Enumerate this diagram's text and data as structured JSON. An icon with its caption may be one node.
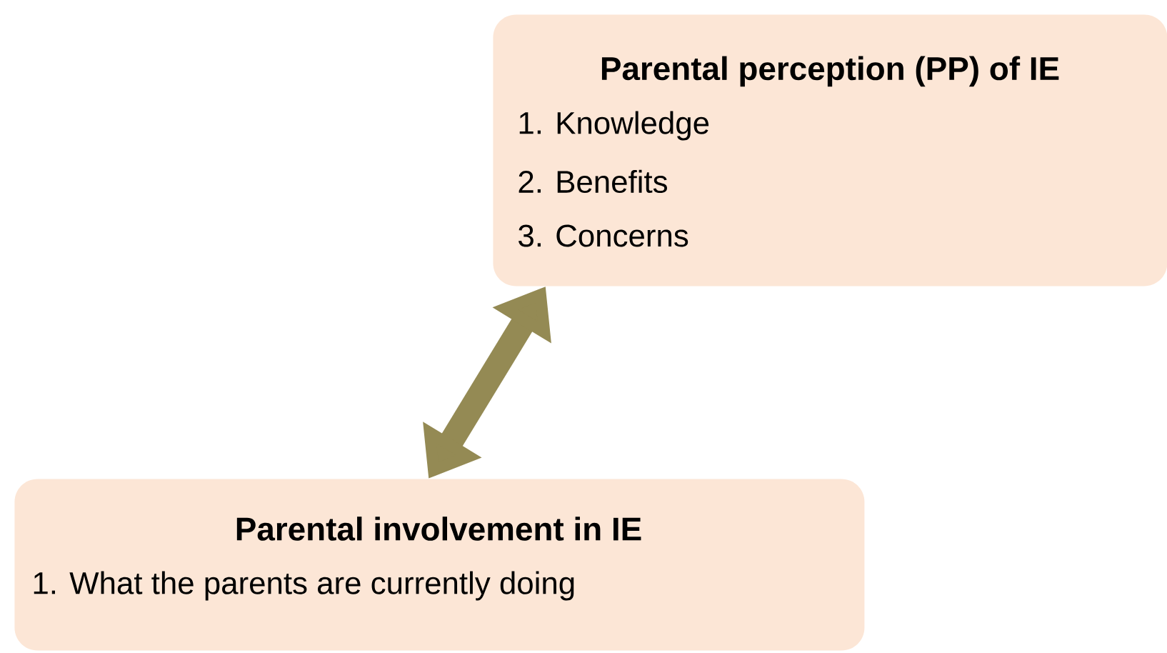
{
  "diagram": {
    "nodes": [
      {
        "text": [
          "Parental perception (PP) of IE",
          "1. Knowledge",
          "2. Benefits",
          "3. Concerns"
        ]
      },
      {
        "text": [
          "Parental involvement in IE",
          "1.  What the parents are currently doing"
        ]
      }
    ],
    "edges": [
      {
        "from": 1,
        "to": 0,
        "arrow": "both",
        "color": "#948a54"
      }
    ]
  }
}
